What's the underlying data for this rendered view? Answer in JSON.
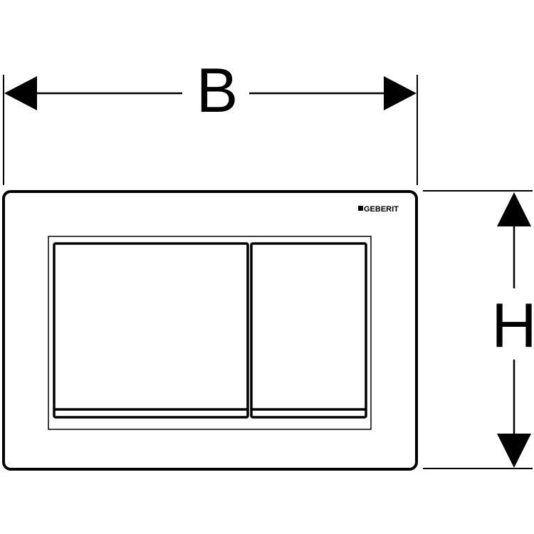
{
  "dimensions": {
    "width_label": "B",
    "height_label": "H"
  },
  "plate": {
    "brand": "GEBERIT"
  },
  "colors": {
    "line": "#000000",
    "background": "#ffffff"
  }
}
